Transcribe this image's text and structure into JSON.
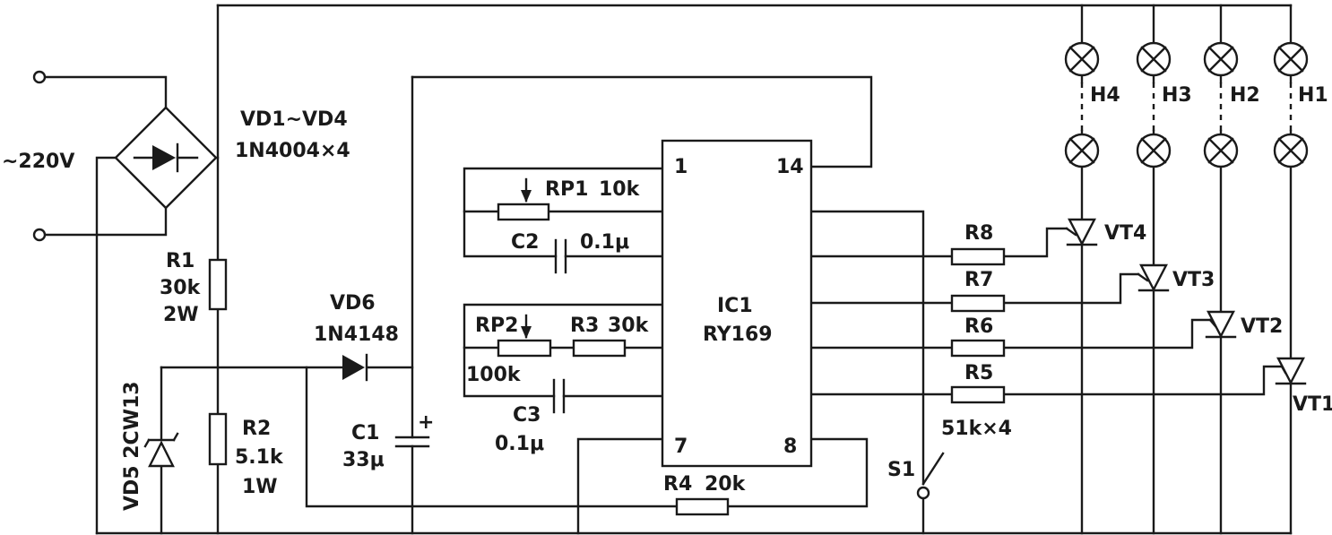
{
  "supply": {
    "label": "~220V"
  },
  "bridge": {
    "name": "VD1~VD4",
    "part": "1N4004×4"
  },
  "r1": {
    "name": "R1",
    "value": "30k",
    "power": "2W"
  },
  "r2": {
    "name": "R2",
    "value": "5.1k",
    "power": "1W"
  },
  "vd5": {
    "label": "VD5 2CW13"
  },
  "vd6": {
    "name": "VD6",
    "part": "1N4148"
  },
  "c1": {
    "name": "C1",
    "value": "33μ",
    "polarity": "+"
  },
  "rp1": {
    "name": "RP1",
    "value": "10k"
  },
  "c2": {
    "name": "C2",
    "value": "0.1μ"
  },
  "rp2": {
    "name": "RP2",
    "value": "100k"
  },
  "r3": {
    "name": "R3",
    "value": "30k"
  },
  "c3": {
    "name": "C3",
    "value": "0.1μ"
  },
  "ic1": {
    "name": "IC1",
    "part": "RY169",
    "pins": [
      "1",
      "14",
      "7",
      "8"
    ]
  },
  "r4": {
    "name": "R4",
    "value": "20k"
  },
  "s1": {
    "name": "S1"
  },
  "resistors": {
    "r8": "R8",
    "r7": "R7",
    "r6": "R6",
    "r5": "R5",
    "value": "51k×4"
  },
  "thyristors": [
    "VT4",
    "VT3",
    "VT2",
    "VT1"
  ],
  "lamps": [
    "H4",
    "H3",
    "H2",
    "H1"
  ]
}
